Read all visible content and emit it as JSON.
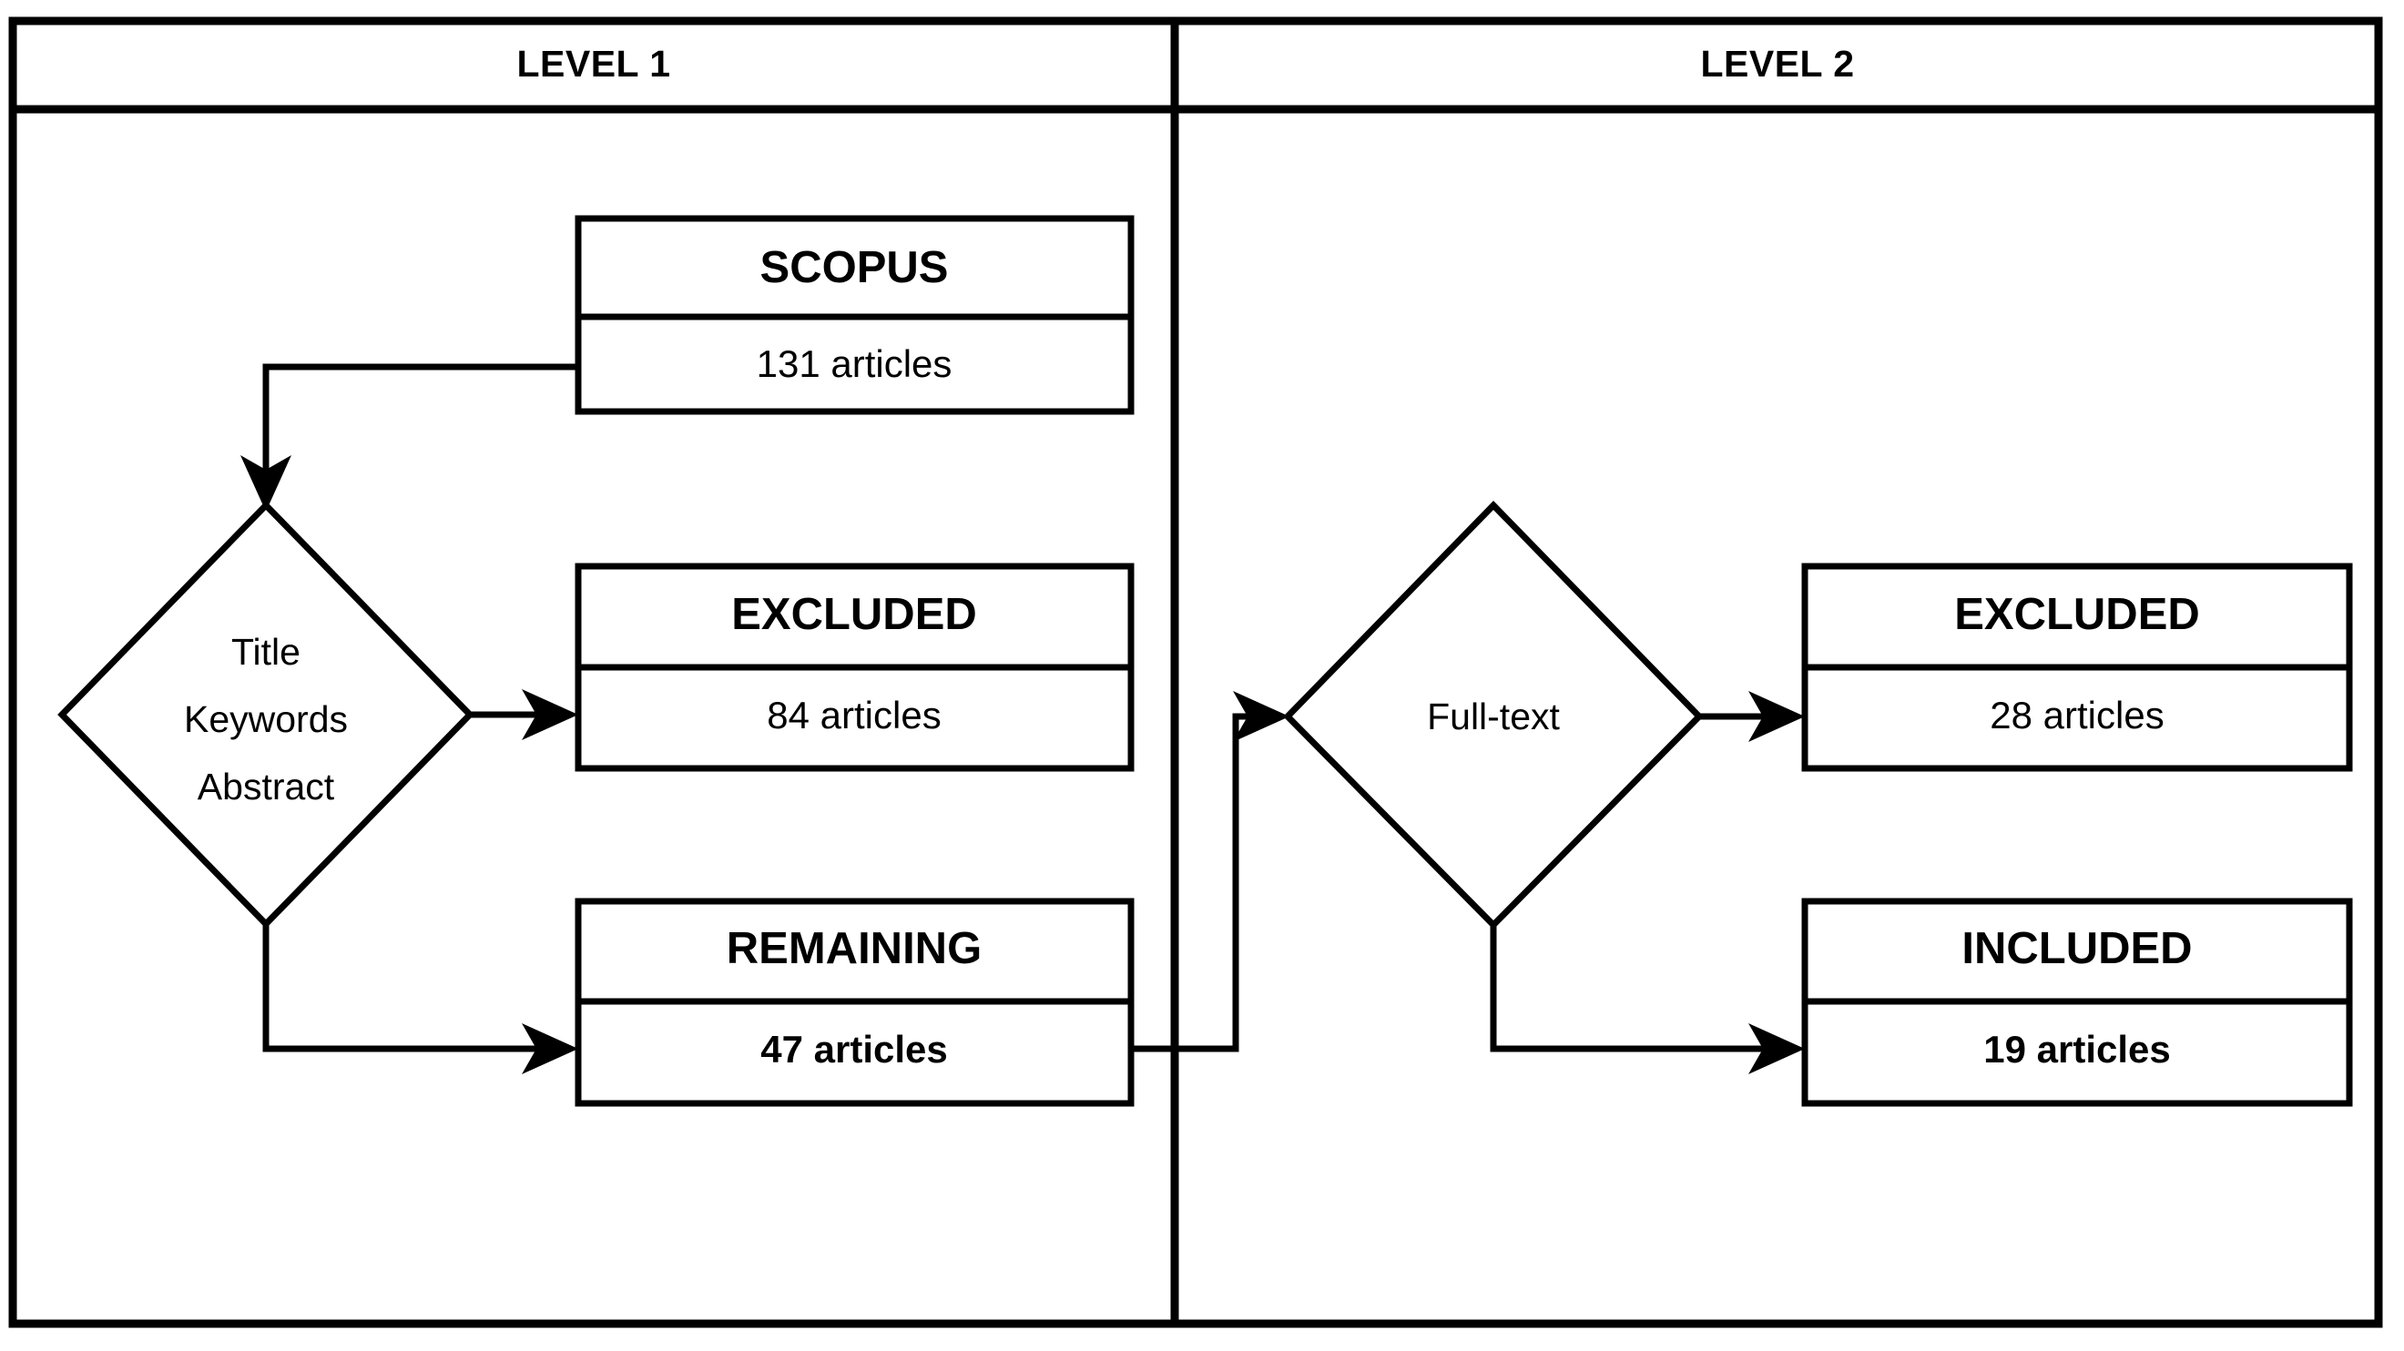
{
  "figure": {
    "type": "flowchart",
    "description": "Literature screening flow diagram with two level columns",
    "colors": {
      "background": "#ffffff",
      "stroke": "#000000",
      "text": "#000000"
    }
  },
  "columns": [
    {
      "id": "level-1",
      "label": "LEVEL 1"
    },
    {
      "id": "level-2",
      "label": "LEVEL 2"
    }
  ],
  "nodes": {
    "scopus": {
      "title": "SCOPUS",
      "count": "131 articles",
      "count_bold": false
    },
    "screen_decision": {
      "line1": "Title",
      "line2": "Keywords",
      "line3": "Abstract"
    },
    "excluded_level1": {
      "title": "EXCLUDED",
      "count": "84 articles",
      "count_bold": false
    },
    "remaining_level1": {
      "title": "REMAINING",
      "count": "47 articles",
      "count_bold": true
    },
    "fulltext_decision": {
      "label": "Full-text"
    },
    "excluded_level2": {
      "title": "EXCLUDED",
      "count": "28 articles",
      "count_bold": false
    },
    "included_level2": {
      "title": "INCLUDED",
      "count": "19 articles",
      "count_bold": true
    }
  },
  "chart_data": {
    "type": "flowchart",
    "title": "",
    "stages": [
      {
        "level": "LEVEL 1",
        "node": "SCOPUS",
        "value": 131,
        "unit": "articles"
      },
      {
        "level": "LEVEL 1",
        "node": "EXCLUDED",
        "value": 84,
        "unit": "articles"
      },
      {
        "level": "LEVEL 1",
        "node": "REMAINING",
        "value": 47,
        "unit": "articles"
      },
      {
        "level": "LEVEL 2",
        "node": "EXCLUDED",
        "value": 28,
        "unit": "articles"
      },
      {
        "level": "LEVEL 2",
        "node": "INCLUDED",
        "value": 19,
        "unit": "articles"
      }
    ],
    "decisions": [
      {
        "level": "LEVEL 1",
        "criteria": [
          "Title",
          "Keywords",
          "Abstract"
        ]
      },
      {
        "level": "LEVEL 2",
        "criteria": [
          "Full-text"
        ]
      }
    ],
    "edges": [
      {
        "from": "SCOPUS",
        "to": "Title/Keywords/Abstract"
      },
      {
        "from": "Title/Keywords/Abstract",
        "to": "EXCLUDED (84)"
      },
      {
        "from": "Title/Keywords/Abstract",
        "to": "REMAINING (47)"
      },
      {
        "from": "REMAINING (47)",
        "to": "Full-text"
      },
      {
        "from": "Full-text",
        "to": "EXCLUDED (28)"
      },
      {
        "from": "Full-text",
        "to": "INCLUDED (19)"
      }
    ]
  }
}
